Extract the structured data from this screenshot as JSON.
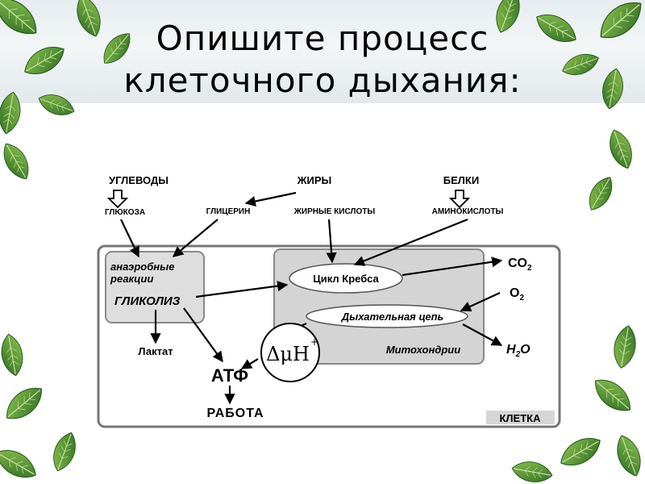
{
  "slide": {
    "title_line1": "Опишите процесс",
    "title_line2": "клеточного дыхания:"
  },
  "diagram": {
    "sources": {
      "carbs": "УГЛЕВОДЫ",
      "fats": "ЖИРЫ",
      "proteins": "БЕЛКИ"
    },
    "intermediates": {
      "glucose": "ГЛЮКОЗА",
      "glycerol": "ГЛИЦЕРИН",
      "fatty_acids": "ЖИРНЫЕ КИСЛОТЫ",
      "amino_acids": "АМИНОКИСЛОТЫ"
    },
    "anaerobic_line1": "анаэробные",
    "anaerobic_line2": "реакции",
    "glycolysis": "ГЛИКОЛИЗ",
    "krebs_cycle": "Цикл Кребса",
    "respiratory_chain": "Дыхательная цепь",
    "mitochondria": "Митохондрии",
    "lactate": "Лактат",
    "atp": "АТФ",
    "work": "РАБОТА",
    "cell": "КЛЕТКА",
    "proton_gradient": "ΔμH",
    "proton_sup": "+",
    "co2": "CO",
    "co2_sub": "2",
    "o2": "O",
    "o2_sub": "2",
    "h2o_h": "H",
    "h2o_sub": "2",
    "h2o_o": "O"
  },
  "colors": {
    "leaf_dark": "#2f6e24",
    "leaf_light": "#7bb542",
    "panel_gray": "#dedede",
    "mito_gray": "#d4d4d4"
  }
}
